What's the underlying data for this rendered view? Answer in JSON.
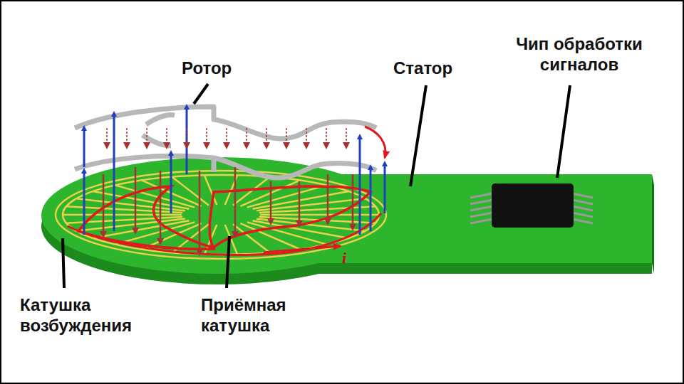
{
  "diagram": {
    "labels": [
      "Ротор",
      "Статор",
      "Чип обработки сигналов",
      "Катушка возбуждения",
      "Приёмная катушка",
      "i"
    ]
  }
}
